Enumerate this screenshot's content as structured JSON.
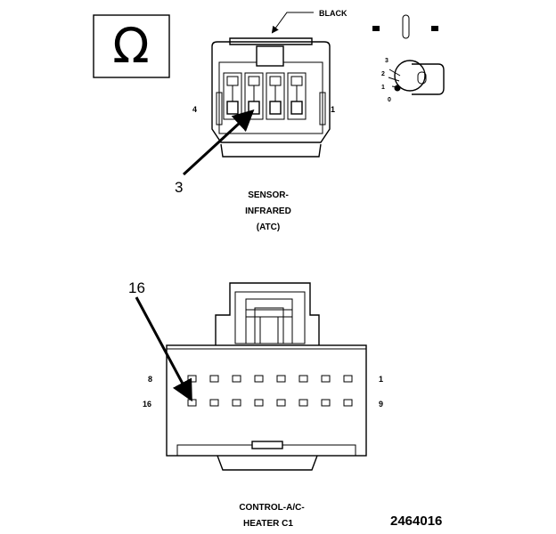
{
  "symbols": {
    "omega_glyph": "Ω",
    "omega_icon": "omega-ohm-icon",
    "key_icon": "ignition-key-icon"
  },
  "key_positions": [
    "3",
    "2",
    "1",
    "0"
  ],
  "sensor_connector": {
    "color_label": "BLACK",
    "pin_left": "4",
    "pin_right": "1",
    "callout": "3",
    "caption_lines": [
      "SENSOR-",
      "INFRARED",
      "(ATC)"
    ]
  },
  "control_connector": {
    "callout": "16",
    "row1_left": "8",
    "row1_right": "1",
    "row2_left": "16",
    "row2_right": "9",
    "caption_lines": [
      "CONTROL-A/C-",
      "HEATER C1"
    ]
  },
  "figure_number": "2464016"
}
